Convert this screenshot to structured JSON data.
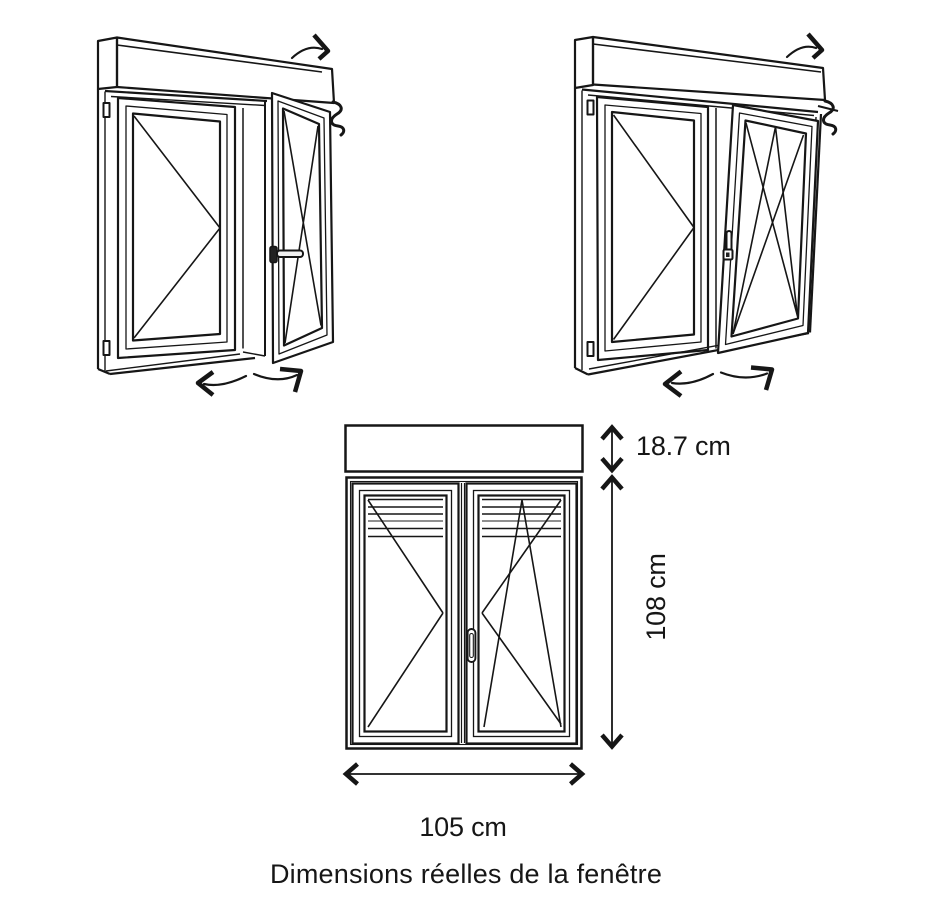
{
  "caption": "Dimensions réelles de la fenêtre",
  "dimensions": {
    "box_height": "18.7 cm",
    "window_height": "108 cm",
    "window_width": "105 cm"
  },
  "colors": {
    "line": "#161616",
    "background": "#ffffff",
    "slat_gray": "#8f8f8f"
  },
  "icons": [
    "rotation-arrow-icon",
    "shutter-strap-icon",
    "swing-arrows-icon",
    "window-handle-icon",
    "hinge-icon",
    "dimension-arrow-icon"
  ]
}
